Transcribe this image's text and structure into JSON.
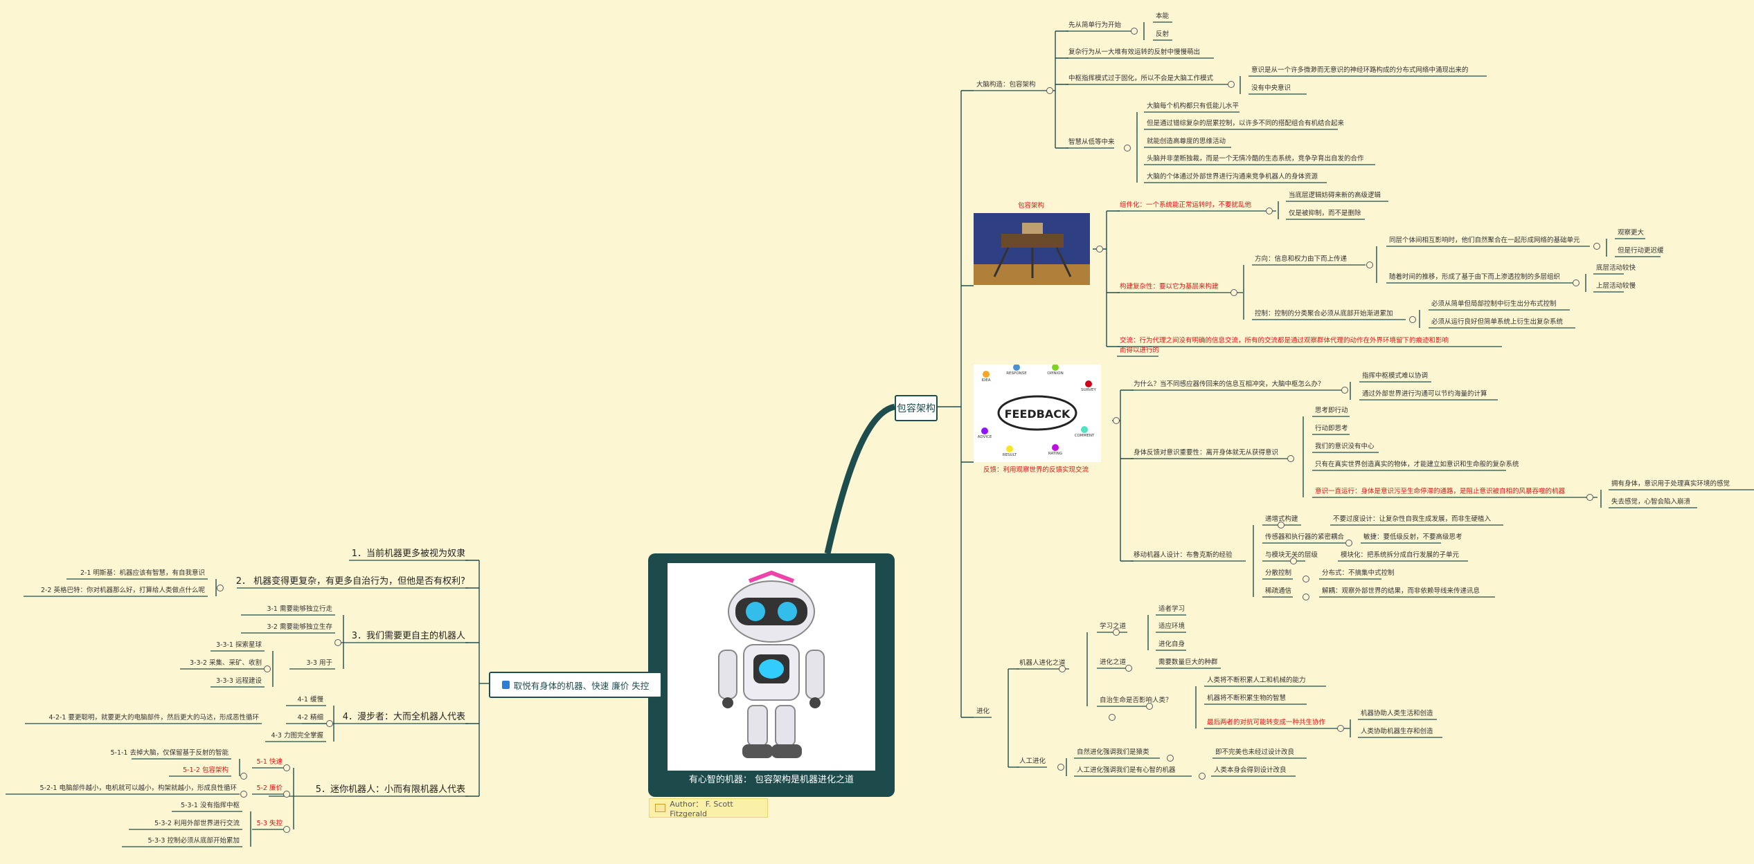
{
  "colors": {
    "background": "#fdf6d2",
    "branch": "#1e4d4e",
    "text": "#333333",
    "highlight": "#e01515"
  },
  "center": {
    "title": "有心智的机器： 包容架构是机器进化之道",
    "author": "Author： F. Scott Fitzgerald"
  },
  "right_root": {
    "label": "包容架构"
  },
  "left_root": {
    "label": "取悦有身体的机器、快速 廉价 失控",
    "icon": "book-icon"
  },
  "images": {
    "sculpture_caption": "包容架构",
    "feedback_word": "FEEDBACK",
    "feedback_caption": "反馈：利用观察世界的反馈实现交流",
    "feedback_icons": [
      "IDEA",
      "RESPONSE",
      "OPINION",
      "SURVEY",
      "ADVICE",
      "COMMENT",
      "RESULT",
      "RATING"
    ]
  },
  "nodes": {
    "brain": "大脑构造：包容架构",
    "b1": "先从简单行为开始",
    "b1a": "本能",
    "b1b": "反射",
    "b2": "复杂行为从一大堆有效运转的反射中慢慢萌出",
    "b3": "中枢指挥模式过于固化，所以不会是大脑工作模式",
    "b3a": "意识是从一个许多微渺而无意识的神经环路构成的分布式网络中涌现出来的",
    "b3b": "没有中央意识",
    "b4": "智慧从低等中来",
    "b4a": "大脑每个机构都只有低能儿水平",
    "b4b": "但是通过错综复杂的层累控制，以许多不同的搭配组合有机结合起来",
    "b4c": "就能创造高尊度的思维活动",
    "b4d": "头脑并非垄断独裁，而是一个无情冷酷的生态系统，竞争孕育出自发的合作",
    "b4e": "大脑的个体通过外部世界进行沟通来竞争机器人的身体资源",
    "s1": "组件化：一个系统能正常运转时，不要扰乱他",
    "s1a": "当底层逻辑妨碍来新的高级逻辑",
    "s1b": "仅是被抑制，而不是删除",
    "s2": "构建复杂性：要以它为基层来构建",
    "s2a": "方向：信息和权力由下而上传递",
    "s2a1": "同层个体间相互影响时，他们自然聚合在一起形成网络的基础单元",
    "s2a1a": "观察更大",
    "s2a1b": "但是行动更迟缓",
    "s2a2": "随着时间的推移，形成了基于由下而上渗透控制的多层组织",
    "s2a2a": "底层活动较快",
    "s2a2b": "上层活动较慢",
    "s2b": "控制：控制的分类聚合必须从底部开始渐进累加",
    "s2b1": "必须从简单但局部控制中衍生出分布式控制",
    "s2b2": "必须从运行良好但简单系统上衍生出复杂系统",
    "s3": "交流：行为代理之间没有明确的信息交流，所有的交流都是通过观察群体代理的动作在外界环境留下的痕迹和影响",
    "s3b": "而得以进行的",
    "f1": "为什么？当不同感应器传回来的信息互相冲突，大脑中枢怎么办？",
    "f1a": "指挥中枢模式难以协调",
    "f1b": "通过外部世界进行沟通可以节约海量的计算",
    "f2": "身体反馈对意识重要性：离开身体就无从获得意识",
    "f2a": "思考即行动",
    "f2b": "行动即思考",
    "f2c": "我们的意识没有中心",
    "f2d": "只有在真实世界创造真实的物体，才能建立如意识和生命般的复杂系统",
    "f2e": "意识一直运行：身体是意识污至生命停滞的通路，是阻止意识被自相的风暴吞噬的机器",
    "f2e1": "拥有身体，意识用于处理真实环境的感觉",
    "f2e2": "失去感觉，心智会陷入崩溃",
    "f3": "移动机器人设计：布鲁克斯的经验",
    "f3a": "递增式构建",
    "f3a1": "不要过度设计：让复杂性自我生成发展，而非生硬植入",
    "f3b": "传感器和执行器的紧密耦合",
    "f3b1": "敏捷：要低级反射，不要高级思考",
    "f3c": "与模块无关的层级",
    "f3c1": "模块化：把系统拆分成自行发展的子单元",
    "f3d": "分散控制",
    "f3d1": "分布式：不搞集中式控制",
    "f3e": "稀疏通信",
    "f3e1": "解耦：观察外部世界的结果，而非依赖导线来传递讯息",
    "evo": "进化",
    "e1": "机器人进化之道",
    "e1a": "学习之道",
    "e1a1": "适者学习",
    "e1a2": "适应环境",
    "e1a3": "进化自身",
    "e1b": "进化之道",
    "e1b1": "需要数量巨大的种群",
    "e1c": "自治生命是否影响人类？",
    "e1c1": "人类将不断积累人工和机械的能力",
    "e1c2": "机器将不断积累生物的智慧",
    "e1c3": "最后两者的对抗可能转变成一种共生协作",
    "e1c3a": "机器协助人类生活和创造",
    "e1c3b": "人类协助机器生存和创造",
    "e2": "人工进化",
    "e2a": "自然进化强调我们是猿类",
    "e2a1": "即不完美也未经过设计改良",
    "e2b": "人工进化强调我们是有心智的机器",
    "e2b1": "人类本身会得到设计改良",
    "L1": "1．当前机器更多被视为奴隶",
    "L2": "2． 机器变得更复杂，有更多自治行为，但他是否有权利?",
    "L2a": "2-1  明斯基：机器应该有智慧，有自我意识",
    "L2b": "2-2  英格巴特：你对机器那么好，打算给人类做点什么呢",
    "L3": "3．我们需要更自主的机器人",
    "L3a": "3-1  需要能够独立行走",
    "L3b": "3-2  需要能够独立生存",
    "L3c": "3-3  用于",
    "L3c1": "3-3-1  探索星球",
    "L3c2": "3-3-2  采集、采矿、收割",
    "L3c3": "3-3-3  远程建设",
    "L4": "4．漫步者：大而全机器人代表",
    "L4a": "4-1  缓慢",
    "L4b": "4-2  精细",
    "L4b1": "4-2-1  要更聪明，就要更大的电脑部件，然后更大的马达，形成恶性循环",
    "L4c": "4-3  力图完全掌握",
    "L5": "5．迷你机器人：小而有限机器人代表",
    "L5a": "5-1  快速",
    "L5a1": "5-1-1  去掉大脑，仅保留基于反射的智能",
    "L5a2": "5-1-2  包容架构",
    "L5b": "5-2  廉价",
    "L5b1": "5-2-1  电脑部件越小，电机就可以越小，构架就越小，形成良性循环",
    "L5c": "5-3  失控",
    "L5c1": "5-3-1  没有指挥中枢",
    "L5c2": "5-3-2  利用外部世界进行交流",
    "L5c3": "5-3-3  控制必须从底部开始累加"
  }
}
